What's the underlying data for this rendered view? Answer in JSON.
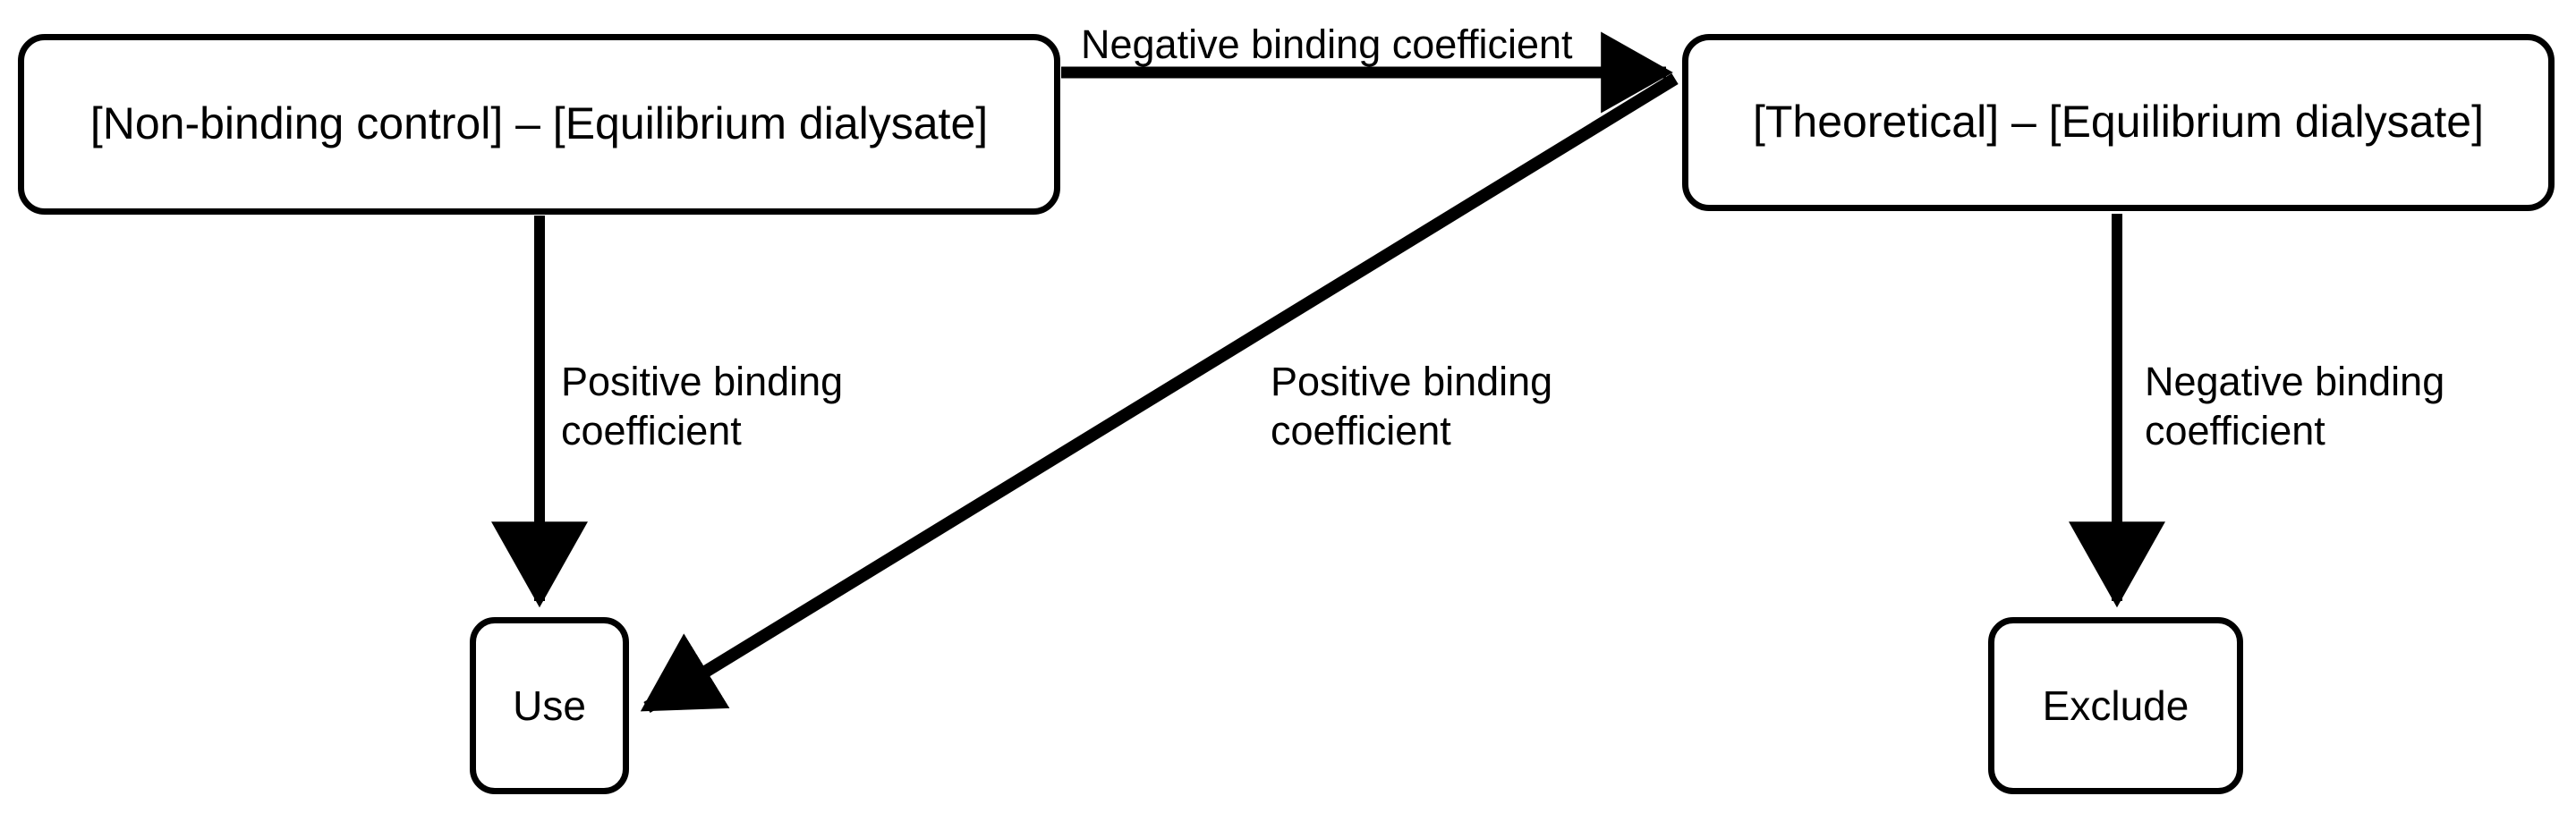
{
  "diagram": {
    "title_visible": false,
    "background_color": "#ffffff",
    "stroke_color": "#000000",
    "nodes": [
      {
        "id": "nonbinding",
        "label": "[Non-binding control] – [Equilibrium dialysate]",
        "shape": "rounded-rectangle"
      },
      {
        "id": "theoretical",
        "label": "[Theoretical] – [Equilibrium dialysate]",
        "shape": "rounded-rectangle"
      },
      {
        "id": "use",
        "label": "Use",
        "shape": "rounded-rectangle"
      },
      {
        "id": "exclude",
        "label": "Exclude",
        "shape": "rounded-rectangle"
      }
    ],
    "edges": [
      {
        "id": "nonbinding-to-theoretical",
        "from": "nonbinding",
        "to": "theoretical",
        "label": "Negative binding coefficient",
        "direction": "right"
      },
      {
        "id": "nonbinding-to-use",
        "from": "nonbinding",
        "to": "use",
        "label": "Positive binding\ncoefficient",
        "direction": "down"
      },
      {
        "id": "theoretical-to-use",
        "from": "theoretical",
        "to": "use",
        "label": "Positive binding\ncoefficient",
        "direction": "diagonal-down-left"
      },
      {
        "id": "theoretical-to-exclude",
        "from": "theoretical",
        "to": "exclude",
        "label": "Negative binding\ncoefficient",
        "direction": "down"
      }
    ]
  }
}
